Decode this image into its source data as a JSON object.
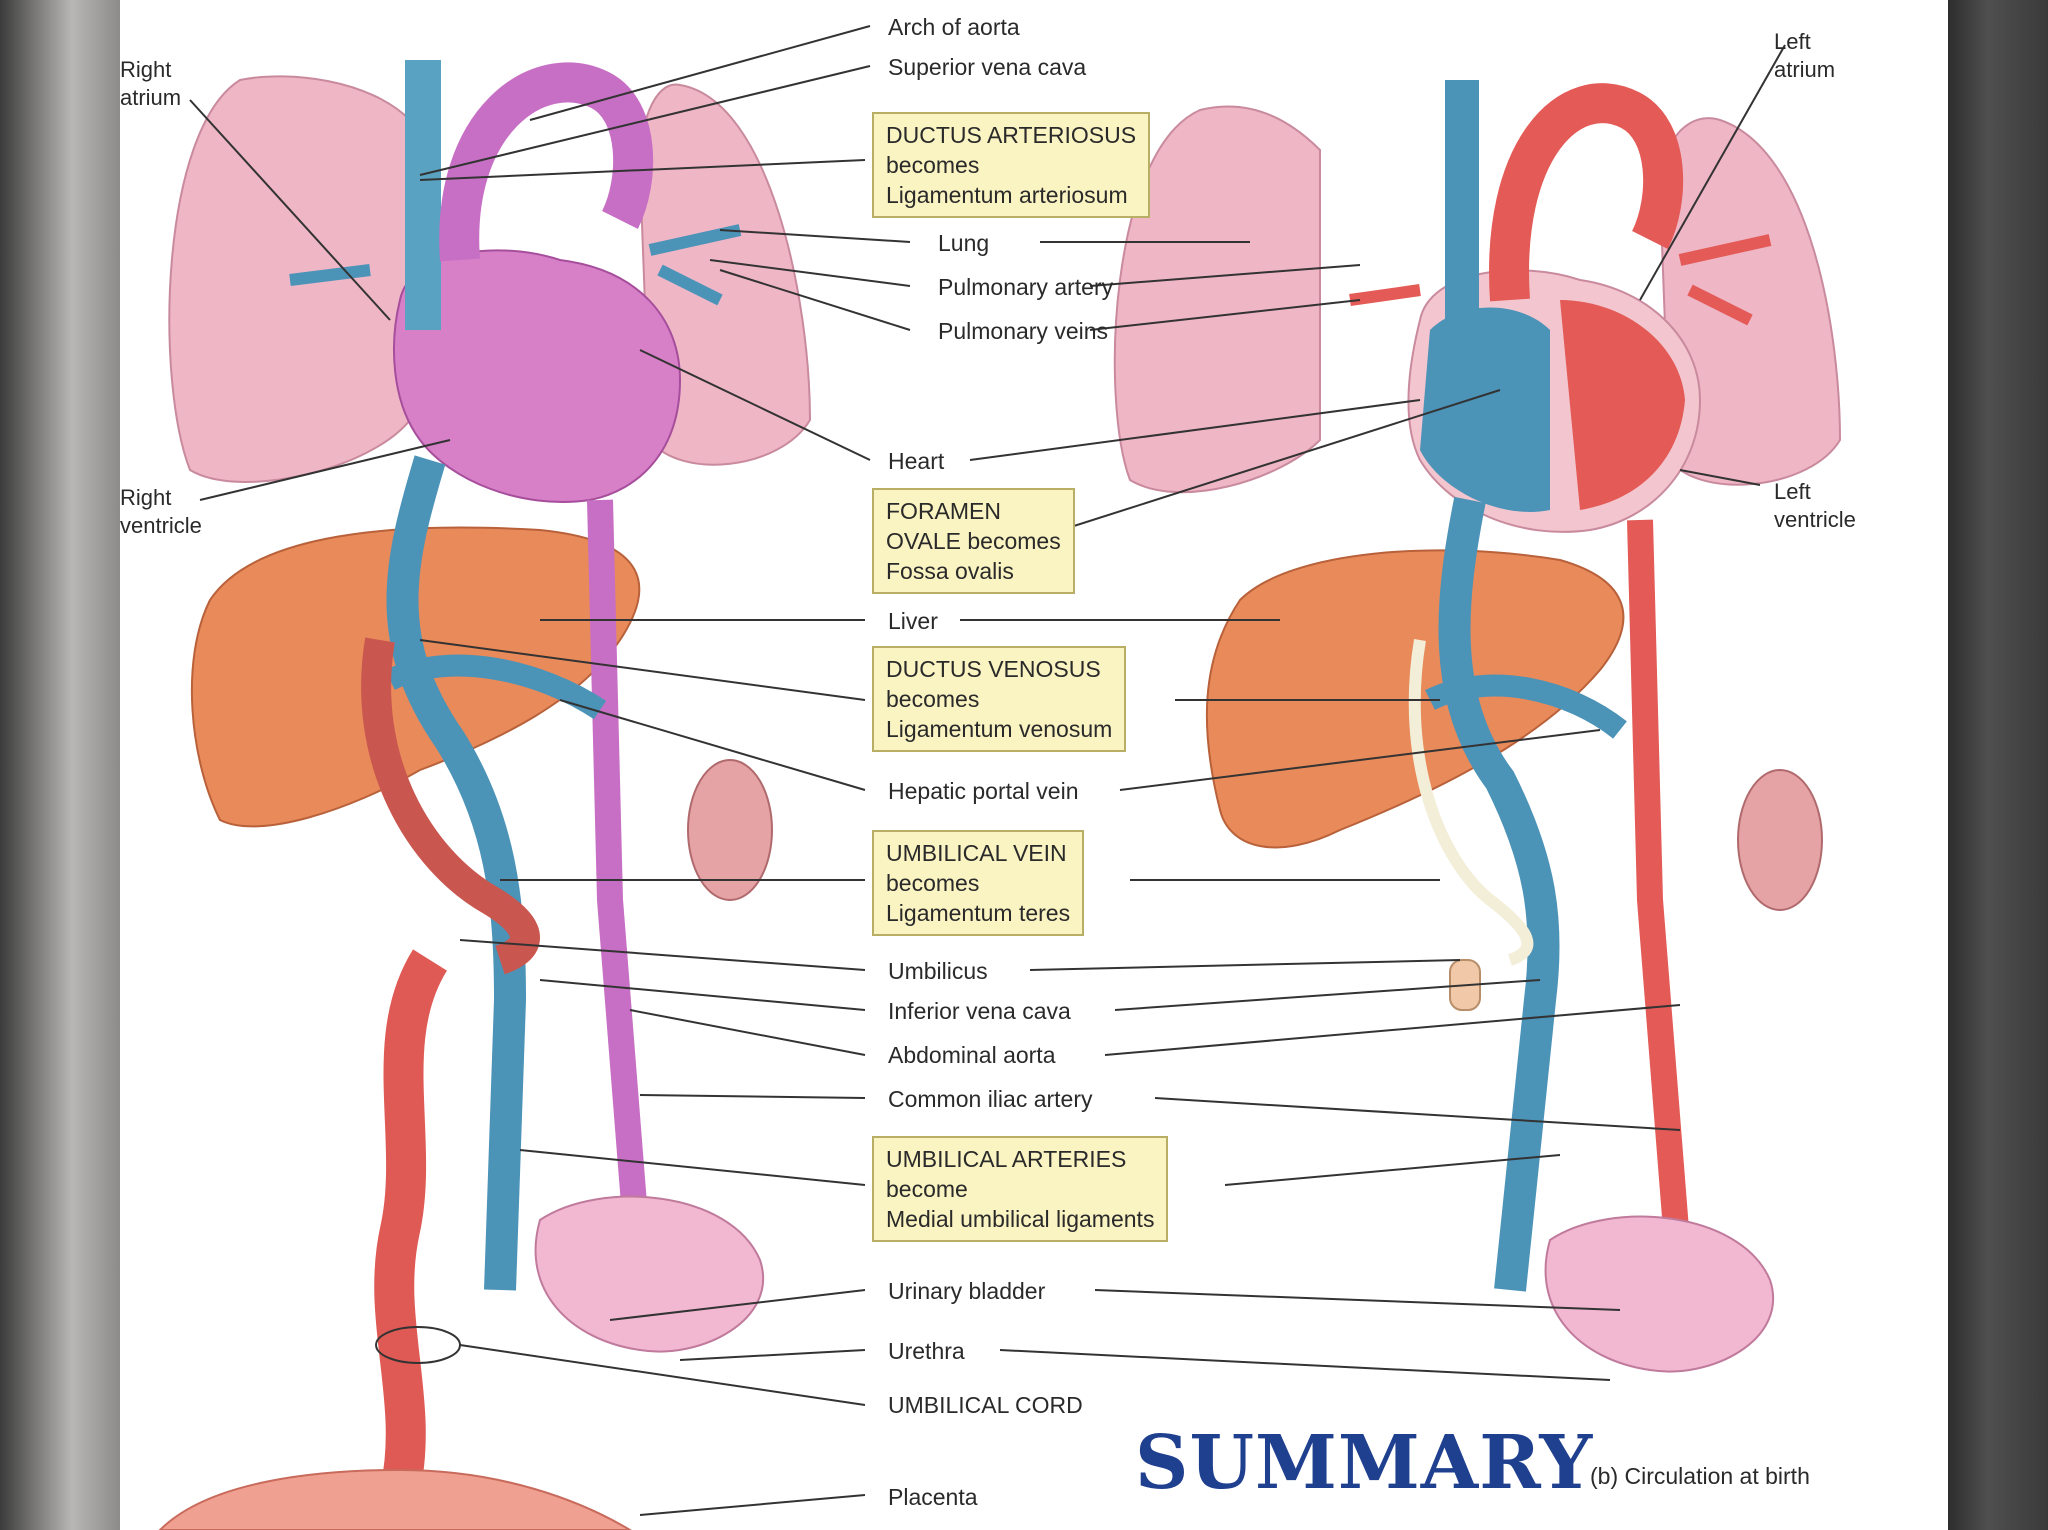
{
  "labels": {
    "arch_of_aorta": "Arch of aorta",
    "superior_vena_cava": "Superior vena cava",
    "right_atrium": [
      "Right",
      "atrium"
    ],
    "left_atrium": [
      "Left",
      "atrium"
    ],
    "lung": "Lung",
    "pulmonary_artery": "Pulmonary artery",
    "pulmonary_veins": "Pulmonary veins",
    "heart": "Heart",
    "right_ventricle": [
      "Right",
      "ventricle"
    ],
    "left_ventricle": [
      "Left",
      "ventricle"
    ],
    "liver": "Liver",
    "hepatic_portal_vein": "Hepatic portal vein",
    "umbilicus": "Umbilicus",
    "inferior_vena_cava": "Inferior vena cava",
    "abdominal_aorta": "Abdominal aorta",
    "common_iliac_artery": "Common iliac artery",
    "urinary_bladder": "Urinary bladder",
    "urethra": "Urethra",
    "umbilical_cord": "UMBILICAL CORD",
    "placenta": "Placenta"
  },
  "callouts": {
    "ductus_arteriosus": [
      "DUCTUS ARTERIOSUS",
      "becomes",
      "Ligamentum arteriosum"
    ],
    "foramen_ovale": [
      "FORAMEN",
      "OVALE becomes",
      "Fossa ovalis"
    ],
    "ductus_venosus": [
      "DUCTUS VENOSUS",
      "becomes",
      "Ligamentum venosum"
    ],
    "umbilical_vein": [
      "UMBILICAL VEIN",
      "becomes",
      "Ligamentum teres"
    ],
    "umbilical_arteries": [
      "UMBILICAL ARTERIES",
      "become",
      "Medial umbilical ligaments"
    ]
  },
  "footer": {
    "title": "SUMMARY",
    "caption": "(b) Circulation at birth"
  },
  "colors": {
    "fetal_vessel": "#c76fc4",
    "oxygenated": "#e04a45",
    "deoxygenated": "#4c93b8",
    "lung": "#efb6c6",
    "liver": "#e98a5a",
    "callout_fill": "#faf3c2",
    "summary_text": "#1f3f8f"
  }
}
